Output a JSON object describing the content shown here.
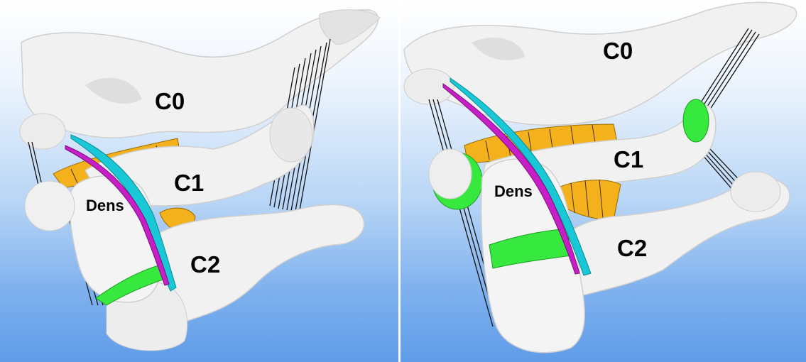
{
  "figure": {
    "left_panel": {
      "labels": {
        "c0": "C0",
        "c1": "C1",
        "c2": "C2",
        "dens": "Dens"
      }
    },
    "right_panel": {
      "labels": {
        "c0": "C0",
        "c1": "C1",
        "c2": "C2",
        "dens": "Dens"
      }
    }
  },
  "colors": {
    "bone": "#f1f1f1",
    "bone_shadow": "#c9c9c9",
    "ligament_orange": "#f3b21c",
    "ligament_green": "#37e83f",
    "ligament_cyan": "#19c8d6",
    "ligament_magenta": "#c81ec8",
    "ligament_line": "#111111",
    "background_top": "#ffffff",
    "background_bottom": "#5f9ce8"
  }
}
